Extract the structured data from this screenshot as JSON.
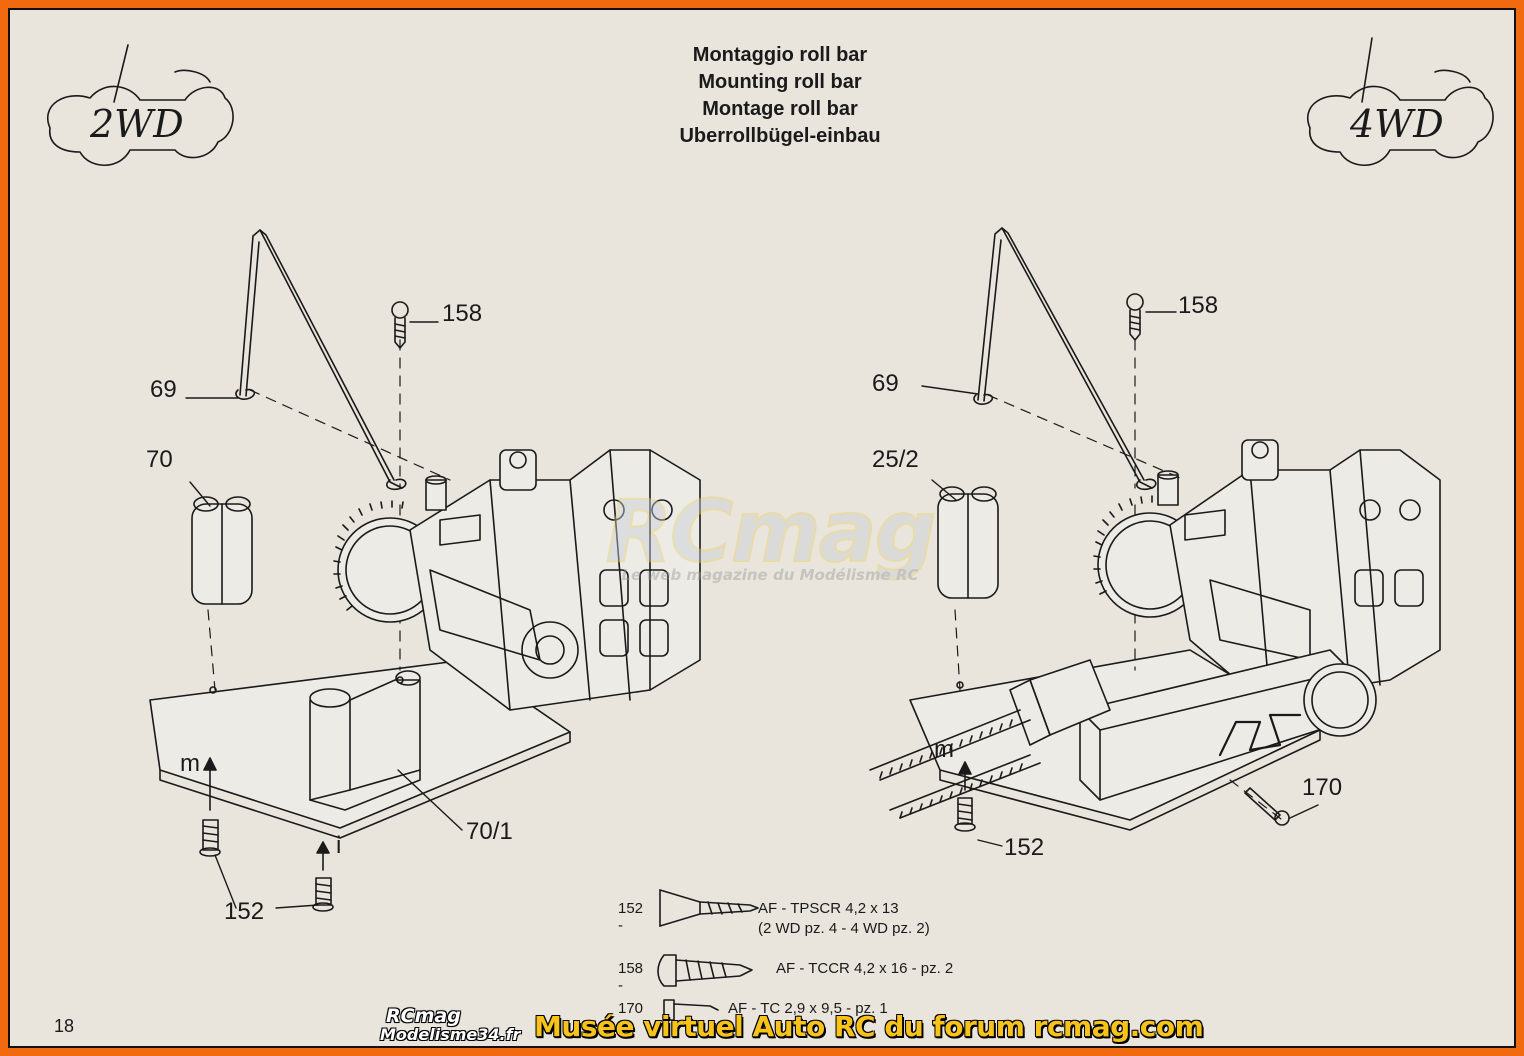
{
  "titles": [
    "Montaggio roll bar",
    "Mounting roll bar",
    "Montage roll bar",
    "Uberrollbügel-einbau"
  ],
  "badges": {
    "left": "2WD",
    "right": "4WD"
  },
  "callouts_left": {
    "screw_top": "158",
    "roll_bar": "69",
    "post": "70",
    "bracket": "70/1",
    "screw_bottom": "152",
    "arrow_m": "m",
    "arrow_i": "i"
  },
  "callouts_right": {
    "screw_top": "158",
    "roll_bar": "69",
    "post": "25/2",
    "screw_side": "170",
    "screw_bottom": "152",
    "arrow_m": "m"
  },
  "legend": [
    {
      "code": "152 -",
      "desc": "AF - TPSCR 4,2 x 13",
      "desc2": "(2 WD pz. 4 - 4 WD pz. 2)"
    },
    {
      "code": "158 -",
      "desc": "AF - TCCR 4,2 x 16 - pz. 2"
    },
    {
      "code": "170 -",
      "desc": "AF - TC 2,9 x 9,5 - pz. 1"
    }
  ],
  "page_number": "18",
  "watermark": {
    "brand": "RCmag",
    "tagline": "Le web magazine du Modélisme RC"
  },
  "banner": {
    "logo_line1": "RCmag",
    "logo_line2": "Modelisme34.fr",
    "text": "Musée virtuel Auto RC du forum rcmag.com"
  },
  "colors": {
    "border": "#f26a10",
    "paper": "#e9e5dd",
    "ink": "#1a1a1a",
    "banner_text": "#f7c21a"
  }
}
